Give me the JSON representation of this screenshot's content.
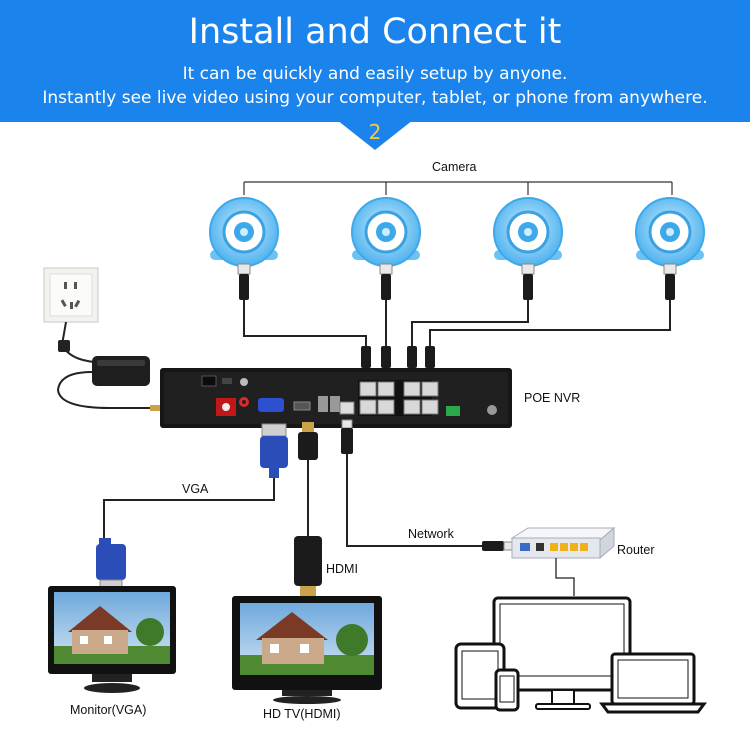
{
  "banner": {
    "title": "Install and Connect it",
    "subtitle_line1": "It can be quickly and easily setup by anyone.",
    "subtitle_line2": "Instantly see live video using your computer, tablet, or phone from anywhere.",
    "step_number": "2"
  },
  "labels": {
    "camera": "Camera",
    "nvr": "POE NVR",
    "vga": "VGA",
    "hdmi": "HDMI",
    "network": "Network",
    "router": "Router",
    "monitor": "Monitor(VGA)",
    "hdtv": "HD TV(HDMI)"
  },
  "icons": [
    "camera-icon",
    "power-outlet-icon",
    "power-adapter-icon",
    "nvr-device-icon",
    "vga-connector-icon",
    "hdmi-connector-icon",
    "router-icon",
    "monitor-icon",
    "tv-icon",
    "desktop-icon",
    "tablet-icon",
    "phone-icon",
    "laptop-icon"
  ],
  "colors": {
    "banner": "#1a84ec",
    "camera": "#5fbcf2",
    "step": "#f5c84a",
    "vga_plug": "#2b4db8"
  }
}
